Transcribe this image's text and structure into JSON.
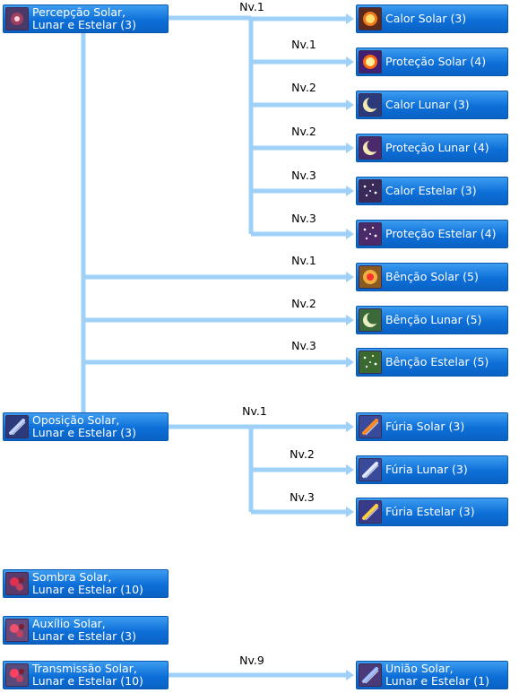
{
  "skill_tree": {
    "roots": [
      {
        "id": "r1",
        "name_lines": [
          "Percepção Solar,",
          "Lunar e Estelar (3)"
        ],
        "icon": "perception-icon"
      },
      {
        "id": "r2",
        "name_lines": [
          "Oposição Solar,",
          "Lunar e Estelar (3)"
        ],
        "icon": "opposition-icon"
      },
      {
        "id": "r3",
        "name_lines": [
          "Sombra Solar,",
          "Lunar e Estelar (10)"
        ],
        "icon": "shadow-icon"
      },
      {
        "id": "r4",
        "name_lines": [
          "Auxílio Solar,",
          "Lunar e Estelar (3)"
        ],
        "icon": "aid-icon"
      },
      {
        "id": "r5",
        "name_lines": [
          "Transmissão Solar,",
          "Lunar e Estelar (10)"
        ],
        "icon": "transmission-icon"
      }
    ],
    "skills": [
      {
        "id": "s1",
        "name_lines": [
          "Calor Solar (3)"
        ],
        "icon": "solar-warmth-icon",
        "requires": "r1",
        "level_label": "Nv.1"
      },
      {
        "id": "s2",
        "name_lines": [
          "Proteção Solar (4)"
        ],
        "icon": "solar-protection-icon",
        "requires": "r1",
        "level_label": "Nv.1"
      },
      {
        "id": "s3",
        "name_lines": [
          "Calor Lunar (3)"
        ],
        "icon": "lunar-warmth-icon",
        "requires": "r1",
        "level_label": "Nv.2"
      },
      {
        "id": "s4",
        "name_lines": [
          "Proteção Lunar (4)"
        ],
        "icon": "lunar-protection-icon",
        "requires": "r1",
        "level_label": "Nv.2"
      },
      {
        "id": "s5",
        "name_lines": [
          "Calor Estelar (3)"
        ],
        "icon": "stellar-warmth-icon",
        "requires": "r1",
        "level_label": "Nv.3"
      },
      {
        "id": "s6",
        "name_lines": [
          "Proteção Estelar (4)"
        ],
        "icon": "stellar-protection-icon",
        "requires": "r1",
        "level_label": "Nv.3"
      },
      {
        "id": "s7",
        "name_lines": [
          "Bênção Solar (5)"
        ],
        "icon": "solar-blessing-icon",
        "requires": "r1",
        "level_label": "Nv.1"
      },
      {
        "id": "s8",
        "name_lines": [
          "Bênção Lunar (5)"
        ],
        "icon": "lunar-blessing-icon",
        "requires": "r1",
        "level_label": "Nv.2"
      },
      {
        "id": "s9",
        "name_lines": [
          "Bênção Estelar (5)"
        ],
        "icon": "stellar-blessing-icon",
        "requires": "r1",
        "level_label": "Nv.3"
      },
      {
        "id": "s10",
        "name_lines": [
          "Fúria Solar (3)"
        ],
        "icon": "solar-fury-icon",
        "requires": "r2",
        "level_label": "Nv.1"
      },
      {
        "id": "s11",
        "name_lines": [
          "Fúria Lunar (3)"
        ],
        "icon": "lunar-fury-icon",
        "requires": "r2",
        "level_label": "Nv.2"
      },
      {
        "id": "s12",
        "name_lines": [
          "Fúria Estelar (3)"
        ],
        "icon": "stellar-fury-icon",
        "requires": "r2",
        "level_label": "Nv.3"
      },
      {
        "id": "s13",
        "name_lines": [
          "União Solar,",
          "Lunar e Estelar (1)"
        ],
        "icon": "union-icon",
        "requires": "r5",
        "level_label": "Nv.9"
      }
    ],
    "colors": {
      "node_top": "#3d9df0",
      "node_bottom": "#0a62c4",
      "node_text": "#ffffff",
      "connector": "#9ed0f8"
    }
  }
}
